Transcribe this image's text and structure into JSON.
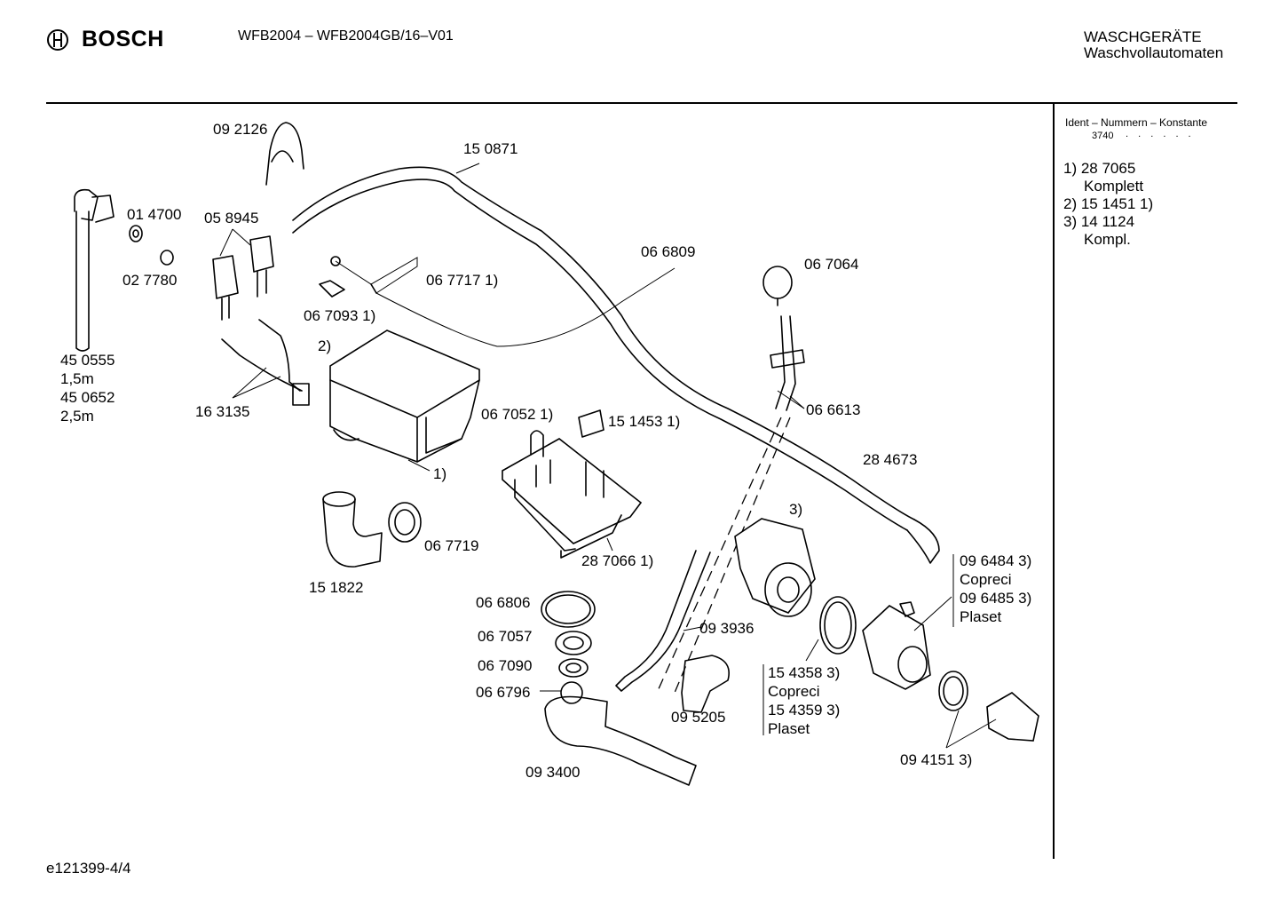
{
  "header": {
    "brand": "BOSCH",
    "model": "WFB2004 – WFB2004GB/16–V01",
    "category_de": "WASCHGERÄTE",
    "category_sub": "Waschvollautomaten"
  },
  "ident_panel": {
    "title": "Ident – Nummern – Konstante",
    "value": "3740",
    "dots": ". . . . . .",
    "notes": [
      "1) 28 7065",
      "Komplett",
      "2) 15 1451 1)",
      "3) 14 1124",
      "Kompl."
    ]
  },
  "parts": {
    "p092126": "09 2126",
    "p150871": "15 0871",
    "p014700": "01 4700",
    "p058945": "05 8945",
    "p027780": "02 7780",
    "p067717": "06 7717  1)",
    "p067093": "06 7093  1)",
    "p2": "2)",
    "p450555": "45 0555",
    "len15": "1,5m",
    "p450652": "45 0652",
    "len25": "2,5m",
    "p163135": "16 3135",
    "p066809": "06 6809",
    "p067064": "06 7064",
    "p066613": "06 6613",
    "p067052": "06 7052  1)",
    "p151453": "15 1453  1)",
    "p1": "1)",
    "p284673": "28 4673",
    "p3": "3)",
    "p067719": "06 7719",
    "p151822": "15 1822",
    "p287066": "28 7066  1)",
    "p066806": "06 6806",
    "p067057": "06 7057",
    "p067090": "06 7090",
    "p066796": "06 6796",
    "p093936": "09 3936",
    "p095205": "09 5205",
    "p093400": "09 3400",
    "p154358": "15 4358 3)",
    "copreci1": "Copreci",
    "p154359": "15 4359 3)",
    "plaset1": "Plaset",
    "p096484": "09 6484 3)",
    "copreci2": "Copreci",
    "p096485": "09 6485 3)",
    "plaset2": "Plaset",
    "p094151": "09 4151 3)"
  },
  "footer": {
    "code": "e121399-4/4"
  }
}
